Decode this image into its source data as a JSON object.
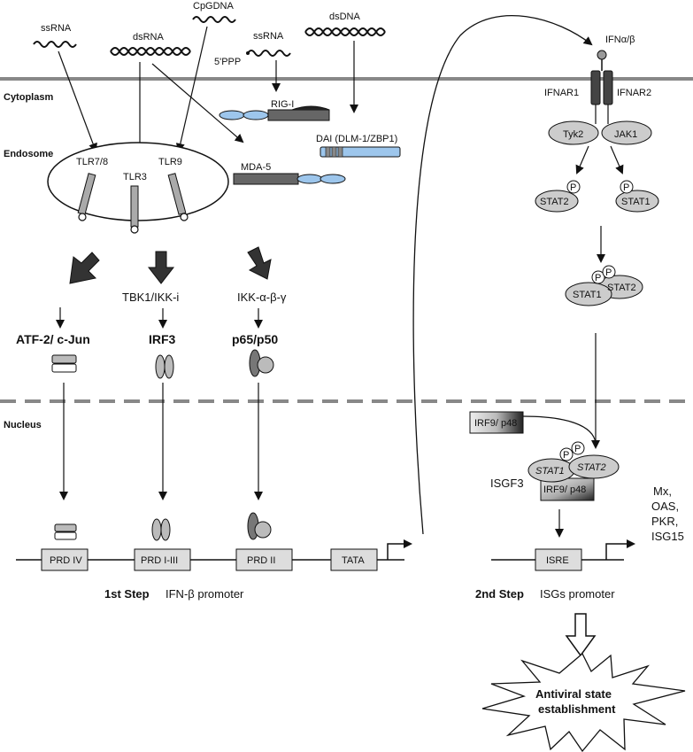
{
  "ligands": {
    "ssrna_left": "ssRNA",
    "cpgdna": "CpGDNA",
    "dsrna": "dsRNA",
    "ssrna_mid": "ssRNA",
    "ppp": "5'PPP",
    "dsdna": "dsDNA",
    "ifn": "IFNα/β"
  },
  "compartments": {
    "cytoplasm": "Cytoplasm",
    "endosome": "Endosome",
    "nucleus": "Nucleus"
  },
  "receptors": {
    "tlr78": "TLR7/8",
    "tlr3": "TLR3",
    "tlr9": "TLR9",
    "rigi": "RIG-I",
    "mda5": "MDA-5",
    "dai": "DAI (DLM-1/ZBP1)",
    "ifnar1": "IFNAR1",
    "ifnar2": "IFNAR2"
  },
  "signaling": {
    "tbk1": "TBK1/IKK-i",
    "ikk": "IKK-α-β-γ",
    "atf": "ATF-2/ c-Jun",
    "irf3": "IRF3",
    "p65": "p65/p50",
    "tyk2": "Tyk2",
    "jak1": "JAK1",
    "stat1": "STAT1",
    "stat2": "STAT2",
    "p": "P",
    "irf9": "IRF9/ p48",
    "isgf3": "ISGF3"
  },
  "promoter1": {
    "prd4": "PRD IV",
    "prd13": "PRD I-III",
    "prd2": "PRD II",
    "tata": "TATA",
    "step": "1st Step",
    "name": "IFN-β promoter"
  },
  "promoter2": {
    "isre": "ISRE",
    "step": "2nd Step",
    "name": "ISGs promoter",
    "genes": [
      "Mx,",
      "OAS,",
      "PKR,",
      "ISG15"
    ]
  },
  "outcome": [
    "Antiviral state",
    "establishment"
  ]
}
